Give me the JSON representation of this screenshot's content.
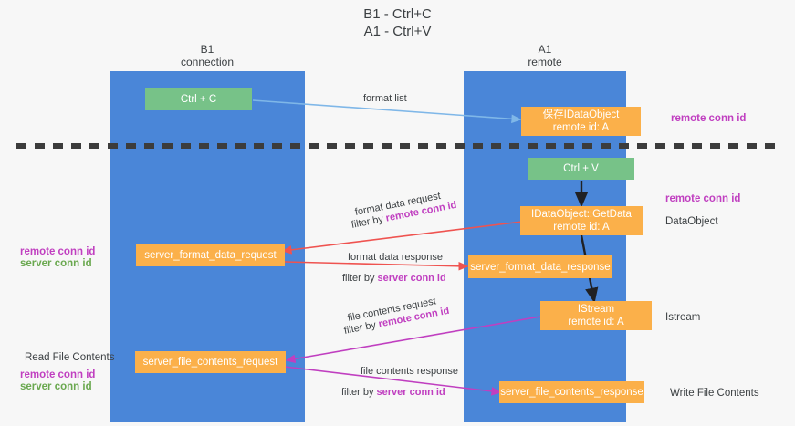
{
  "title": "B1 - Ctrl+C\nA1 - Ctrl+V",
  "lanes": {
    "left": {
      "header": "B1\nconnection"
    },
    "right": {
      "header": "A1\nremote"
    }
  },
  "nodes": {
    "ctrl_c": "Ctrl + C",
    "save_dataobject": "保存IDataObject\nremote id: A",
    "ctrl_v": "Ctrl + V",
    "getdata": "IDataObject::GetData\nremote id: A",
    "server_format_data_request": "server_format_data_request",
    "server_format_data_response": "server_format_data_response",
    "istream": "IStream\nremote id: A",
    "server_file_contents_request": "server_file_contents_request",
    "server_file_contents_response": "server_file_contents_response"
  },
  "edges": {
    "format_list": "format list",
    "format_data_request": "format data request",
    "format_data_request_filter_prefix": "filter by ",
    "format_data_request_filter_key": "remote conn id",
    "format_data_response": "format data response",
    "format_data_response_filter_prefix": "filter by ",
    "format_data_response_filter_key": "server conn id",
    "file_contents_request": "file contents request",
    "file_contents_request_filter_prefix": "filter by ",
    "file_contents_request_filter_key": "remote conn id",
    "file_contents_response": "file contents response",
    "file_contents_response_filter_prefix": "filter by ",
    "file_contents_response_filter_key": "server conn id"
  },
  "annotations": {
    "right_remote_conn_id_top": "remote conn id",
    "right_remote_conn_id_mid": "remote conn id",
    "right_dataobject": "DataObject",
    "right_istream": "Istream",
    "right_write_file_contents": "Write File Contents",
    "left_remote_conn_id": "remote conn id",
    "left_server_conn_id": "server conn id",
    "left_read_file_contents": "Read File Contents",
    "left_remote_conn_id_2": "remote conn id",
    "left_server_conn_id_2": "server conn id"
  },
  "colors": {
    "lane": "#4a86d8",
    "node_green": "#77c288",
    "node_orange": "#fbb04a",
    "magenta": "#c03fc0",
    "green_text": "#6aa84f",
    "red_arrow": "#ef5350",
    "blue_arrow": "#7fb7e8",
    "black_arrow": "#202124",
    "background": "#f7f7f7"
  }
}
